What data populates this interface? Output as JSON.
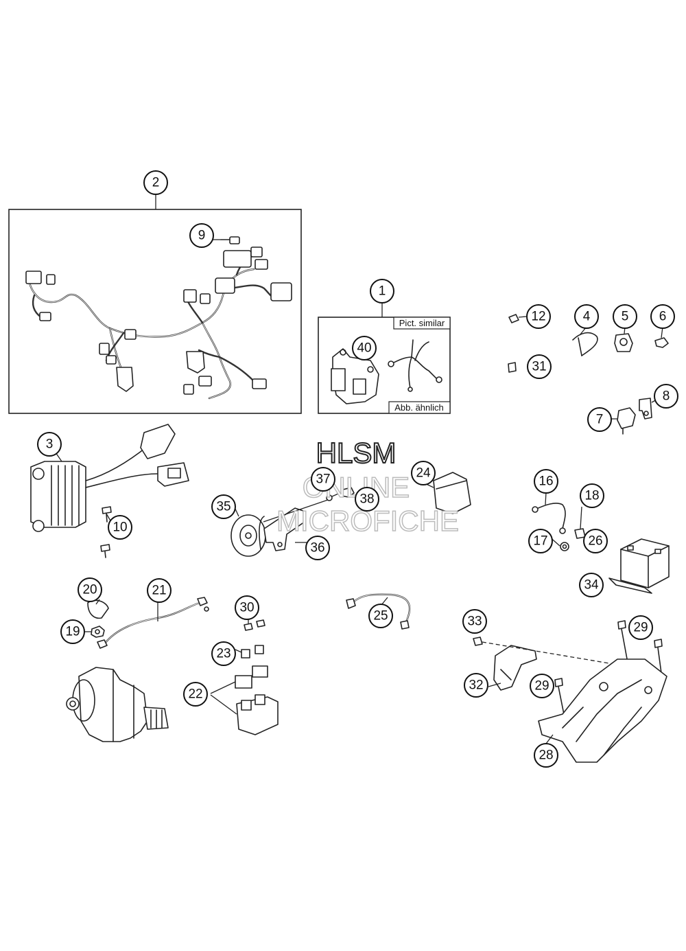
{
  "watermark": {
    "line1": "HLSM",
    "line2": "ONLINE",
    "line3": "MICROFICHE"
  },
  "box_tags": {
    "pict_similar": "Pict. similar",
    "abb_aehnlich": "Abb. ähnlich"
  },
  "callouts": [
    {
      "id": "c2",
      "label": "2"
    },
    {
      "id": "c9",
      "label": "9"
    },
    {
      "id": "c1",
      "label": "1"
    },
    {
      "id": "c40",
      "label": "40"
    },
    {
      "id": "c12",
      "label": "12"
    },
    {
      "id": "c4",
      "label": "4"
    },
    {
      "id": "c5",
      "label": "5"
    },
    {
      "id": "c6",
      "label": "6"
    },
    {
      "id": "c31",
      "label": "31"
    },
    {
      "id": "c8",
      "label": "8"
    },
    {
      "id": "c7",
      "label": "7"
    },
    {
      "id": "c3",
      "label": "3"
    },
    {
      "id": "c10",
      "label": "10"
    },
    {
      "id": "c37",
      "label": "37"
    },
    {
      "id": "c38",
      "label": "38"
    },
    {
      "id": "c24",
      "label": "24"
    },
    {
      "id": "c35",
      "label": "35"
    },
    {
      "id": "c36",
      "label": "36"
    },
    {
      "id": "c16",
      "label": "16"
    },
    {
      "id": "c18",
      "label": "18"
    },
    {
      "id": "c17",
      "label": "17"
    },
    {
      "id": "c26",
      "label": "26"
    },
    {
      "id": "c34",
      "label": "34"
    },
    {
      "id": "c20",
      "label": "20"
    },
    {
      "id": "c21",
      "label": "21"
    },
    {
      "id": "c19",
      "label": "19"
    },
    {
      "id": "c30",
      "label": "30"
    },
    {
      "id": "c25",
      "label": "25"
    },
    {
      "id": "c23",
      "label": "23"
    },
    {
      "id": "c22",
      "label": "22"
    },
    {
      "id": "c33",
      "label": "33"
    },
    {
      "id": "c29a",
      "label": "29"
    },
    {
      "id": "c32",
      "label": "32"
    },
    {
      "id": "c29b",
      "label": "29"
    },
    {
      "id": "c28",
      "label": "28"
    }
  ]
}
